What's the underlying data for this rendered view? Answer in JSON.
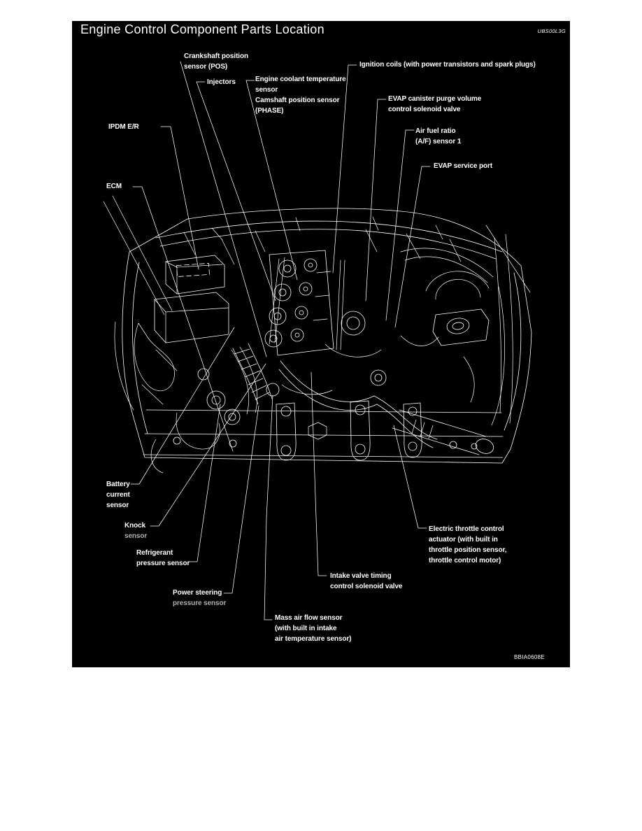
{
  "colors": {
    "page_background": "#ffffff",
    "panel_background": "#000000",
    "ink": "#ffffff"
  },
  "header": {
    "title": "Engine Control Component Parts Location",
    "doc_code": "UBS00L3G"
  },
  "figure_code": "BBIA0608E",
  "diagram": {
    "labels": {
      "crankshaft": {
        "text": "Crankshaft position\nsensor (POS)"
      },
      "injectors": {
        "text": "Injectors"
      },
      "coolant_cam": {
        "text": "Engine coolant temperature\nsensor\nCamshaft position sensor\n(PHASE)"
      },
      "ignition": {
        "text": "Ignition coils (with power transistors and spark plugs)"
      },
      "evap_purge": {
        "text": "EVAP canister purge volume\ncontrol solenoid valve"
      },
      "af_sensor": {
        "text": "Air fuel ratio\n(A/F) sensor 1"
      },
      "evap_port": {
        "text": "EVAP service port"
      },
      "ipdm": {
        "text": "IPDM E/R"
      },
      "ecm": {
        "text": "ECM"
      },
      "battery_current": {
        "text": "Battery\ncurrent\nsensor"
      },
      "knock": {
        "line1": "Knock",
        "line2": "sensor"
      },
      "refrigerant": {
        "text": "Refrigerant\npressure sensor"
      },
      "power_steering": {
        "line1": "Power steering",
        "line2": "pressure sensor"
      },
      "intake_vt": {
        "text": "Intake valve timing\ncontrol solenoid valve"
      },
      "maf": {
        "text": "Mass air flow sensor\n(with built in intake\nair temperature sensor)"
      },
      "electric_throttle": {
        "text": "Electric throttle control\nactuator (with built in\nthrottle position sensor,\nthrottle control motor)"
      }
    }
  }
}
